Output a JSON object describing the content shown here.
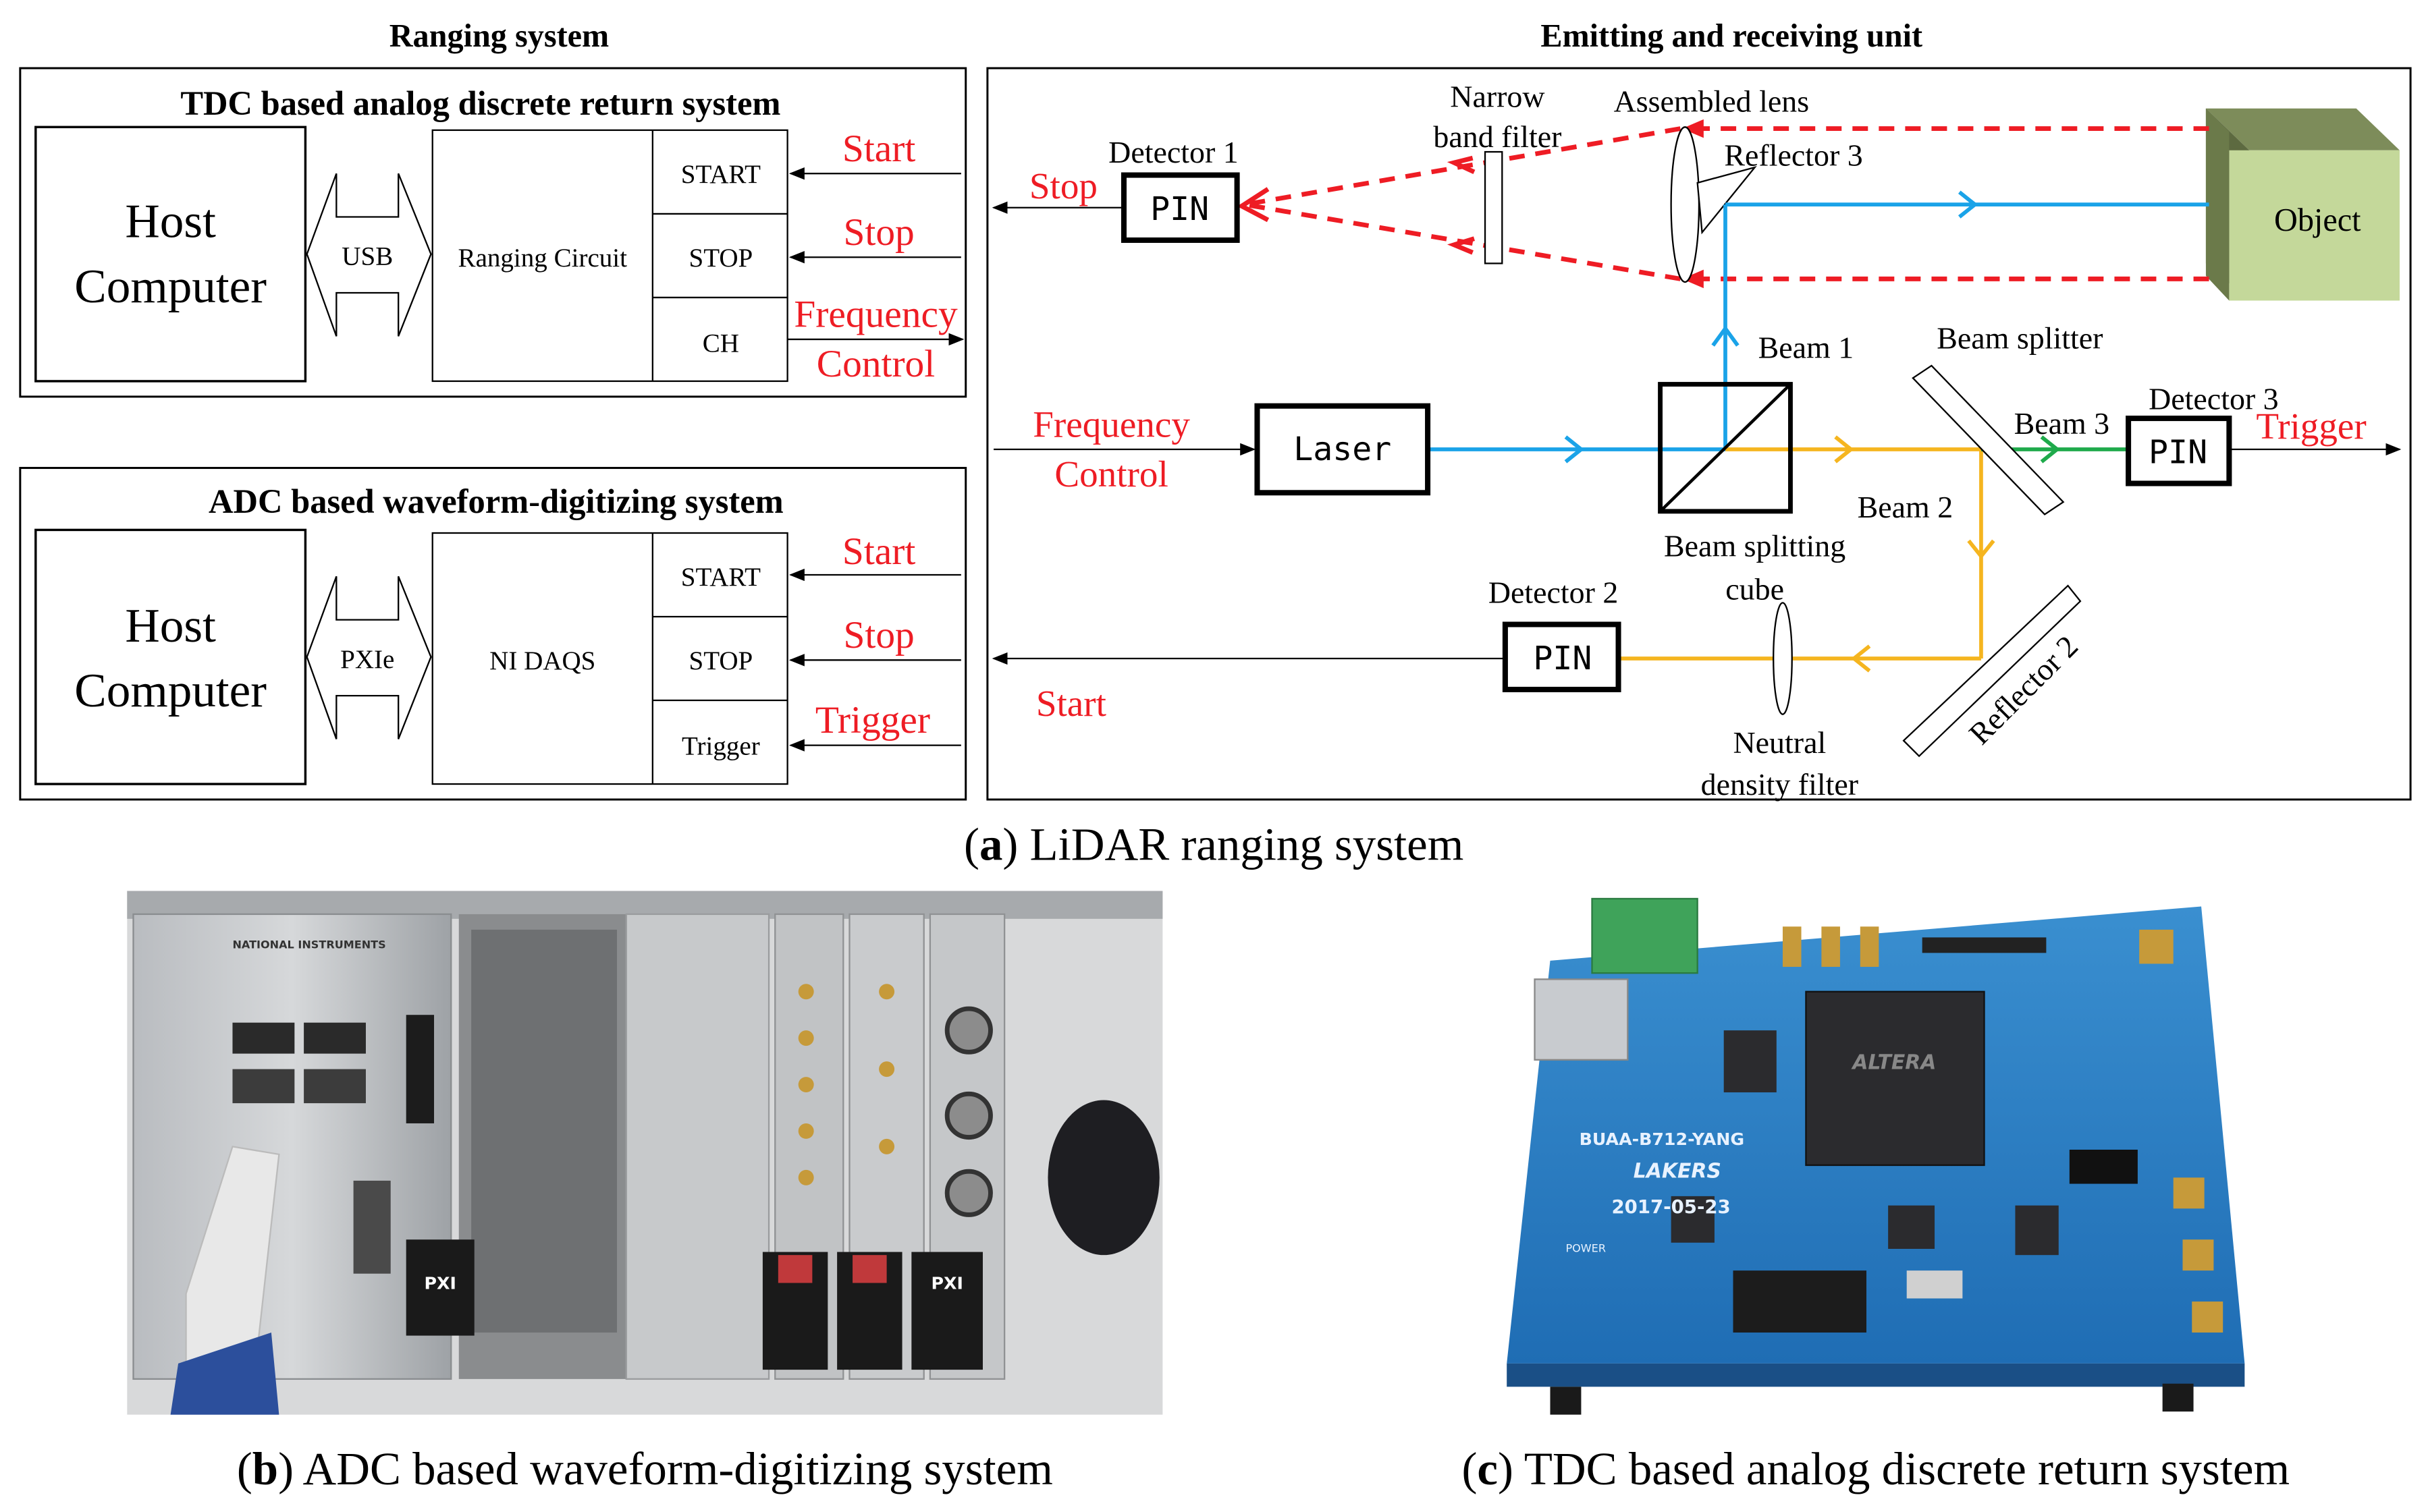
{
  "colors": {
    "red": "#ee1c24",
    "blue": "#1aa3e8",
    "yellow": "#f5b51f",
    "green": "#1faa4b",
    "black": "#000000"
  },
  "left": {
    "title": "Ranging system",
    "tdc": {
      "title": "TDC based analog discrete return system",
      "host": [
        "Host",
        "Computer"
      ],
      "link": "USB",
      "circuit": "Ranging Circuit",
      "ports": [
        "START",
        "STOP",
        "CH"
      ],
      "signals": {
        "start": "Start",
        "stop": "Stop",
        "freq": [
          "Frequency",
          "Control"
        ]
      }
    },
    "adc": {
      "title": "ADC based waveform-digitizing system",
      "host": [
        "Host",
        "Computer"
      ],
      "link": "PXIe",
      "circuit": "NI  DAQS",
      "ports": [
        "START",
        "STOP",
        "Trigger"
      ],
      "signals": {
        "start": "Start",
        "stop": "Stop",
        "trigger": "Trigger"
      }
    }
  },
  "right": {
    "title": "Emitting and receiving unit",
    "labels": {
      "narrow1": "Narrow",
      "narrow2": "band filter",
      "assembled": "Assembled lens",
      "reflector3": "Reflector 3",
      "detector1": "Detector 1",
      "pin": "PIN",
      "stop": "Stop",
      "object": "Object",
      "beam1": "Beam 1",
      "beamSplitter": "Beam splitter",
      "beam3": "Beam 3",
      "detector3": "Detector 3",
      "trigger": "Trigger",
      "freq1": "Frequency",
      "freq2": "Control",
      "laser": "Laser",
      "beam2": "Beam 2",
      "cube1": "Beam splitting",
      "cube2": "cube",
      "detector2": "Detector 2",
      "reflector2": "Reflector 2",
      "start": "Start",
      "neutral1": "Neutral",
      "neutral2": "density filter"
    }
  },
  "captions": {
    "a_letter": "a",
    "a_text": " LiDAR ranging system",
    "b_letter": "b",
    "b_text": " ADC based waveform-digitizing system",
    "c_letter": "c",
    "c_text": " TDC based analog discrete return system"
  },
  "photos": {
    "b": {
      "ni_logo": "NATIONAL INSTRUMENTS",
      "pxi": "PXI"
    },
    "c": {
      "board": "BUAA-B712-YANG",
      "team": "LAKERS",
      "date": "2017-05-23",
      "chip": "ALTERA",
      "power": "POWER"
    }
  }
}
